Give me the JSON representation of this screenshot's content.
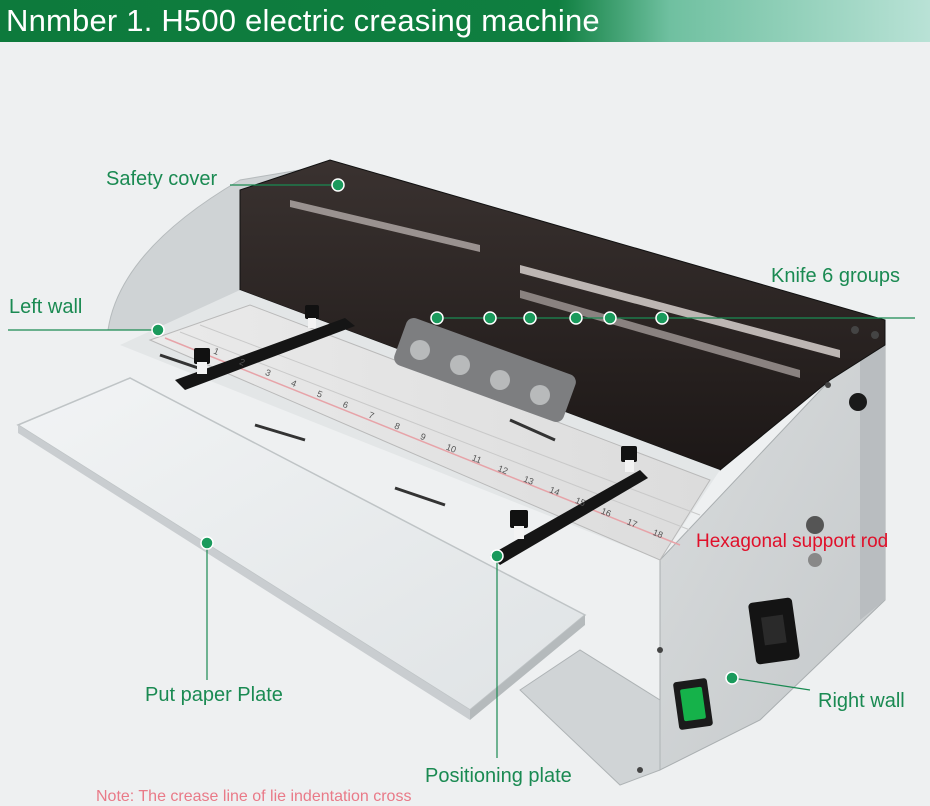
{
  "banner": {
    "title": "Nnmber 1. H500 electric creasing machine"
  },
  "labels": {
    "safety_cover": "Safety cover",
    "left_wall": "Left wall",
    "knife_groups": "Knife 6 groups",
    "hexagonal_rod": "Hexagonal support rod",
    "put_paper_plate": "Put paper Plate",
    "right_wall": "Right wall",
    "positioning_plate": "Positioning plate"
  },
  "footnote": "Note:  The crease line of lie indentation cross",
  "ruler": {
    "numbers": [
      "1",
      "2",
      "3",
      "4",
      "5",
      "6",
      "7",
      "8",
      "9",
      "10",
      "11",
      "12",
      "13",
      "14",
      "15",
      "16",
      "17",
      "18"
    ]
  },
  "colors": {
    "accent_green": "#1a8a52",
    "banner_green": "#0f7f40",
    "highlight_red": "#e0102a"
  }
}
